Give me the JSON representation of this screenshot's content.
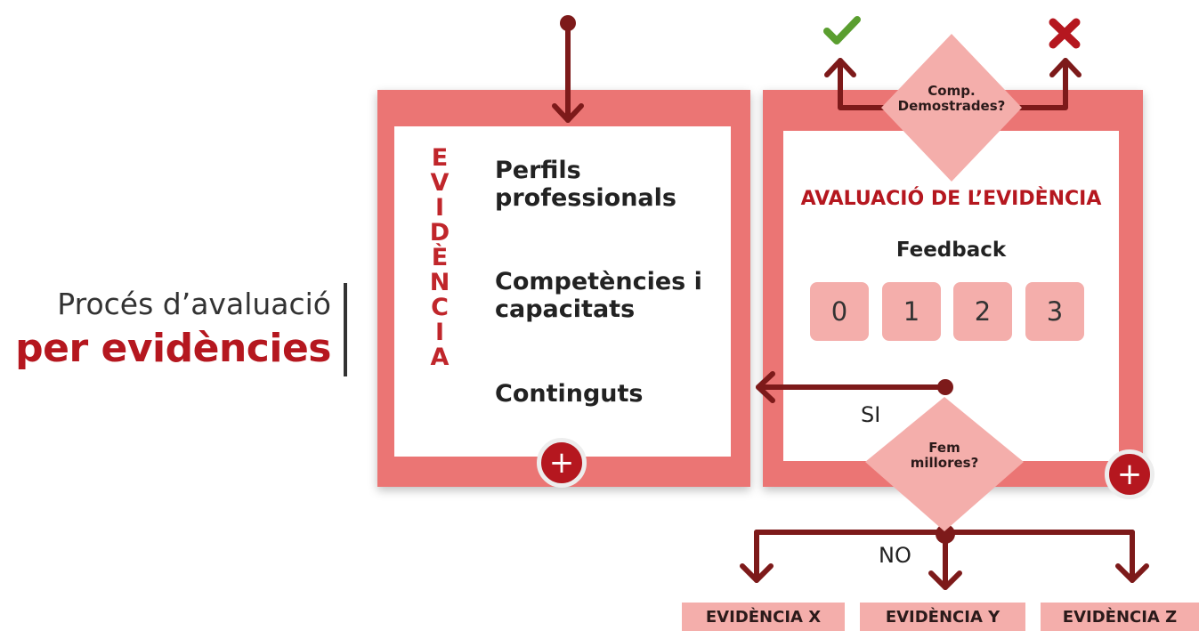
{
  "title": {
    "line1": "Procés d’avaluació",
    "line2": "per evidències"
  },
  "evidence_panel": {
    "vertical_letters": [
      "E",
      "V",
      "I",
      "D",
      "È",
      "N",
      "C",
      "I",
      "A"
    ],
    "items": [
      {
        "line1": "Perfils",
        "line2": "professionals"
      },
      {
        "line1": "Competències i",
        "line2": "capacitats"
      },
      {
        "line1": "Continguts",
        "line2": ""
      }
    ],
    "plus": "+"
  },
  "evaluation_panel": {
    "title": "AVALUACIÓ DE L’EVIDÈNCIA",
    "feedback_label": "Feedback",
    "scores": [
      "0",
      "1",
      "2",
      "3"
    ],
    "plus": "+"
  },
  "decisions": {
    "top": {
      "line1": "Comp.",
      "line2": "Demostrades?"
    },
    "bottom": {
      "line1": "Fem",
      "line2": "millores?"
    },
    "yes_label": "SI",
    "no_label": "NO"
  },
  "outcomes": [
    "EVIDÈNCIA X",
    "EVIDÈNCIA Y",
    "EVIDÈNCIA Z"
  ],
  "icons": {
    "success": "check-icon",
    "failure": "cross-icon"
  },
  "colors": {
    "frame": "#eb7574",
    "accent": "#b5171f",
    "light": "#f4aeab",
    "arrow": "#7d1a1a",
    "check": "#5a9e2f"
  }
}
